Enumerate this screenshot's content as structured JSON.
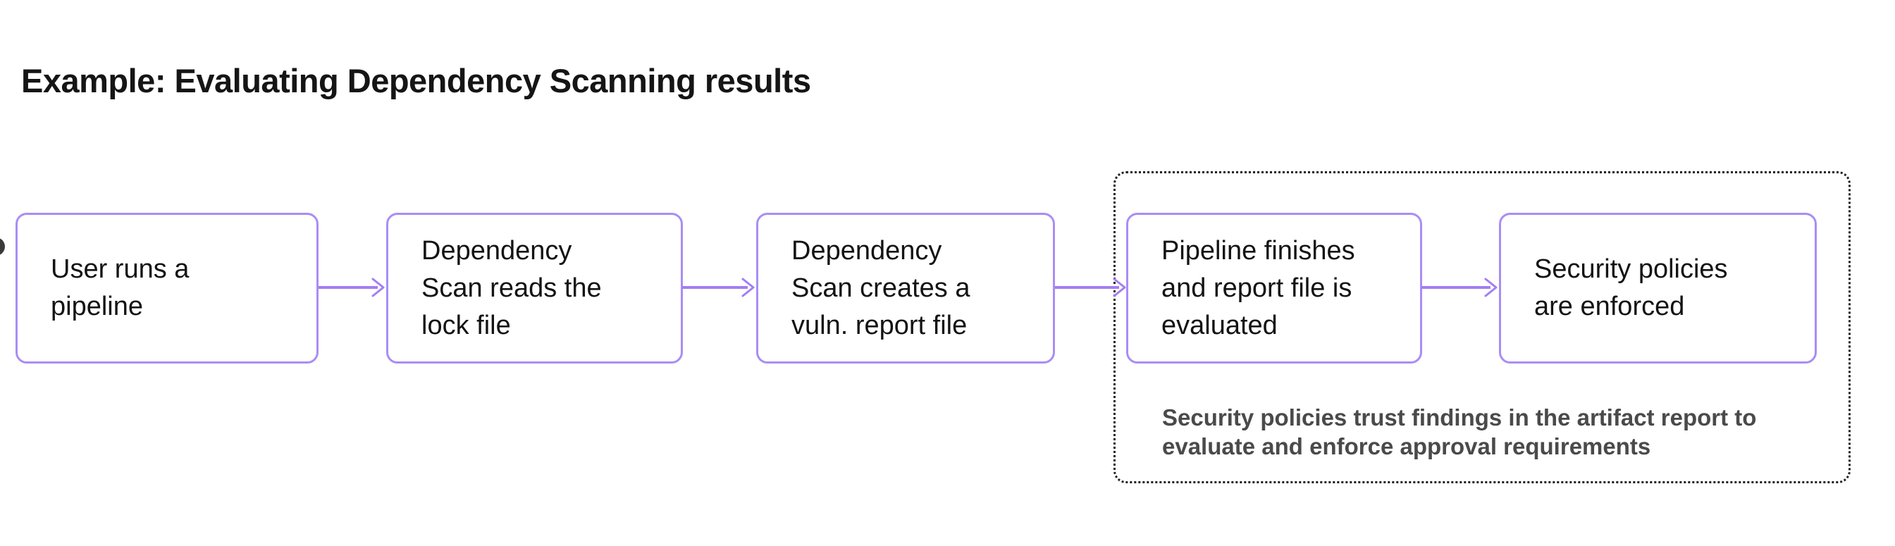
{
  "title": "Example: Evaluating Dependency Scanning results",
  "flow": {
    "steps": [
      {
        "label": "User runs a\npipeline"
      },
      {
        "label": "Dependency\nScan reads the\nlock file"
      },
      {
        "label": "Dependency\nScan creates a\nvuln. report file"
      },
      {
        "label": "Pipeline finishes\nand report file is\nevaluated"
      },
      {
        "label": "Security policies\nare enforced"
      }
    ],
    "note": "Security policies trust findings in the artifact report to\nevaluate and enforce approval requirements"
  },
  "colors": {
    "page_bg": "#ffffff",
    "box_border": "#a98df6",
    "arrow": "#a37df2",
    "dotted_border": "#1f1f1f",
    "title_text": "#151515",
    "box_text": "#131313",
    "note_text": "#4a4a4a",
    "node_fragment": "#3a3a3a"
  }
}
